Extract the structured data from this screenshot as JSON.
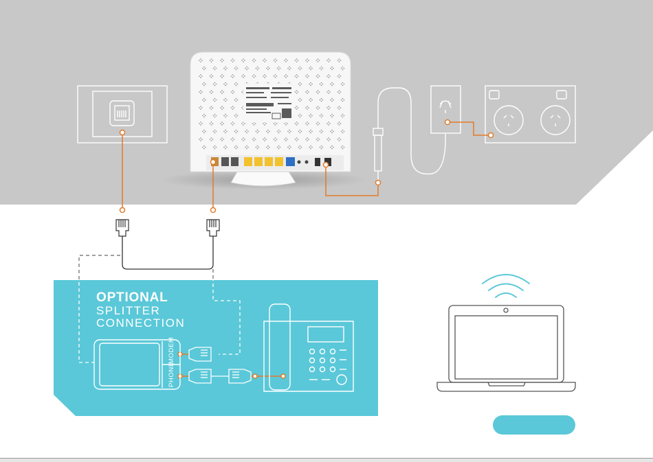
{
  "splitter": {
    "title": "OPTIONAL",
    "line2": "SPLITTER",
    "line3": "CONNECTION",
    "port_modem": "MODEM",
    "port_phone": "PHONE"
  },
  "colors": {
    "top_band": "#c8c8c8",
    "teal": "#5ac8d8",
    "orange": "#e07b2a",
    "router_body": "#f7f7f7",
    "yellow_port": "#f2c12e",
    "blue_port": "#2e6fc4",
    "pill": "#5ac8d8"
  }
}
